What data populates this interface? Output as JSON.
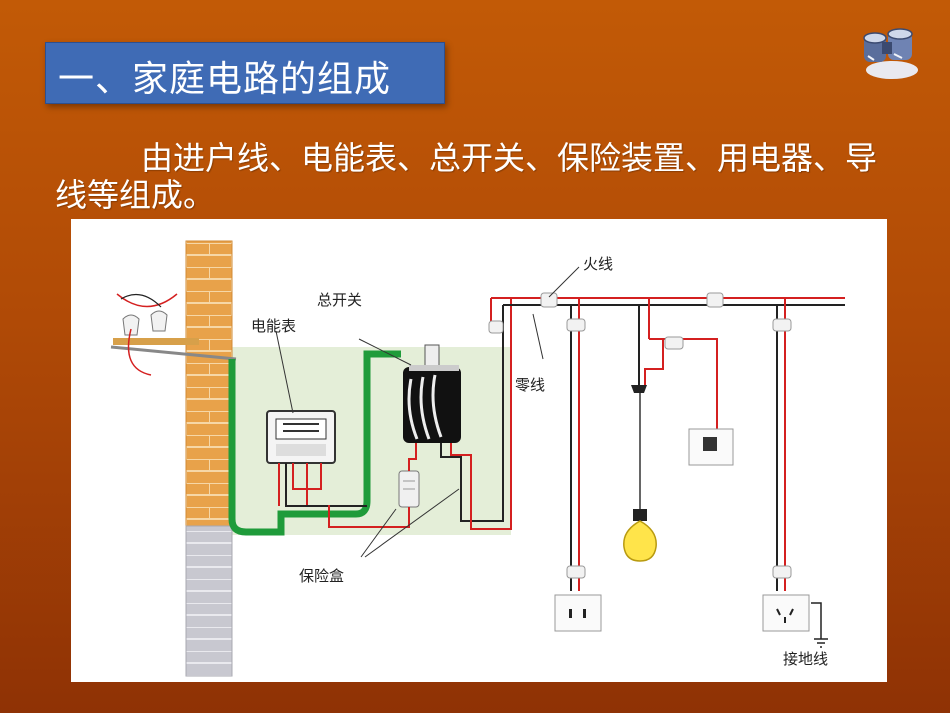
{
  "slide": {
    "title": "一、家庭电路的组成",
    "body": "由进户线、电能表、总开关、保险装置、用电器、导线等组成。"
  },
  "icons": {
    "corner": "binoculars-icon"
  },
  "diagram": {
    "labels": {
      "live_wire": "火线",
      "main_switch": "总开关",
      "meter": "电能表",
      "neutral_wire": "零线",
      "fuse_box": "保险盒",
      "ground_wire": "接地线"
    }
  },
  "colors": {
    "background": "#b04a06",
    "title_box": "#3f6bb5",
    "diagram_bg": "#e4eed8",
    "live_wire": "#d42020",
    "neutral_wire": "#222222",
    "service_wire": "#1f9b3a",
    "wall_brick": "#e8a24a"
  }
}
